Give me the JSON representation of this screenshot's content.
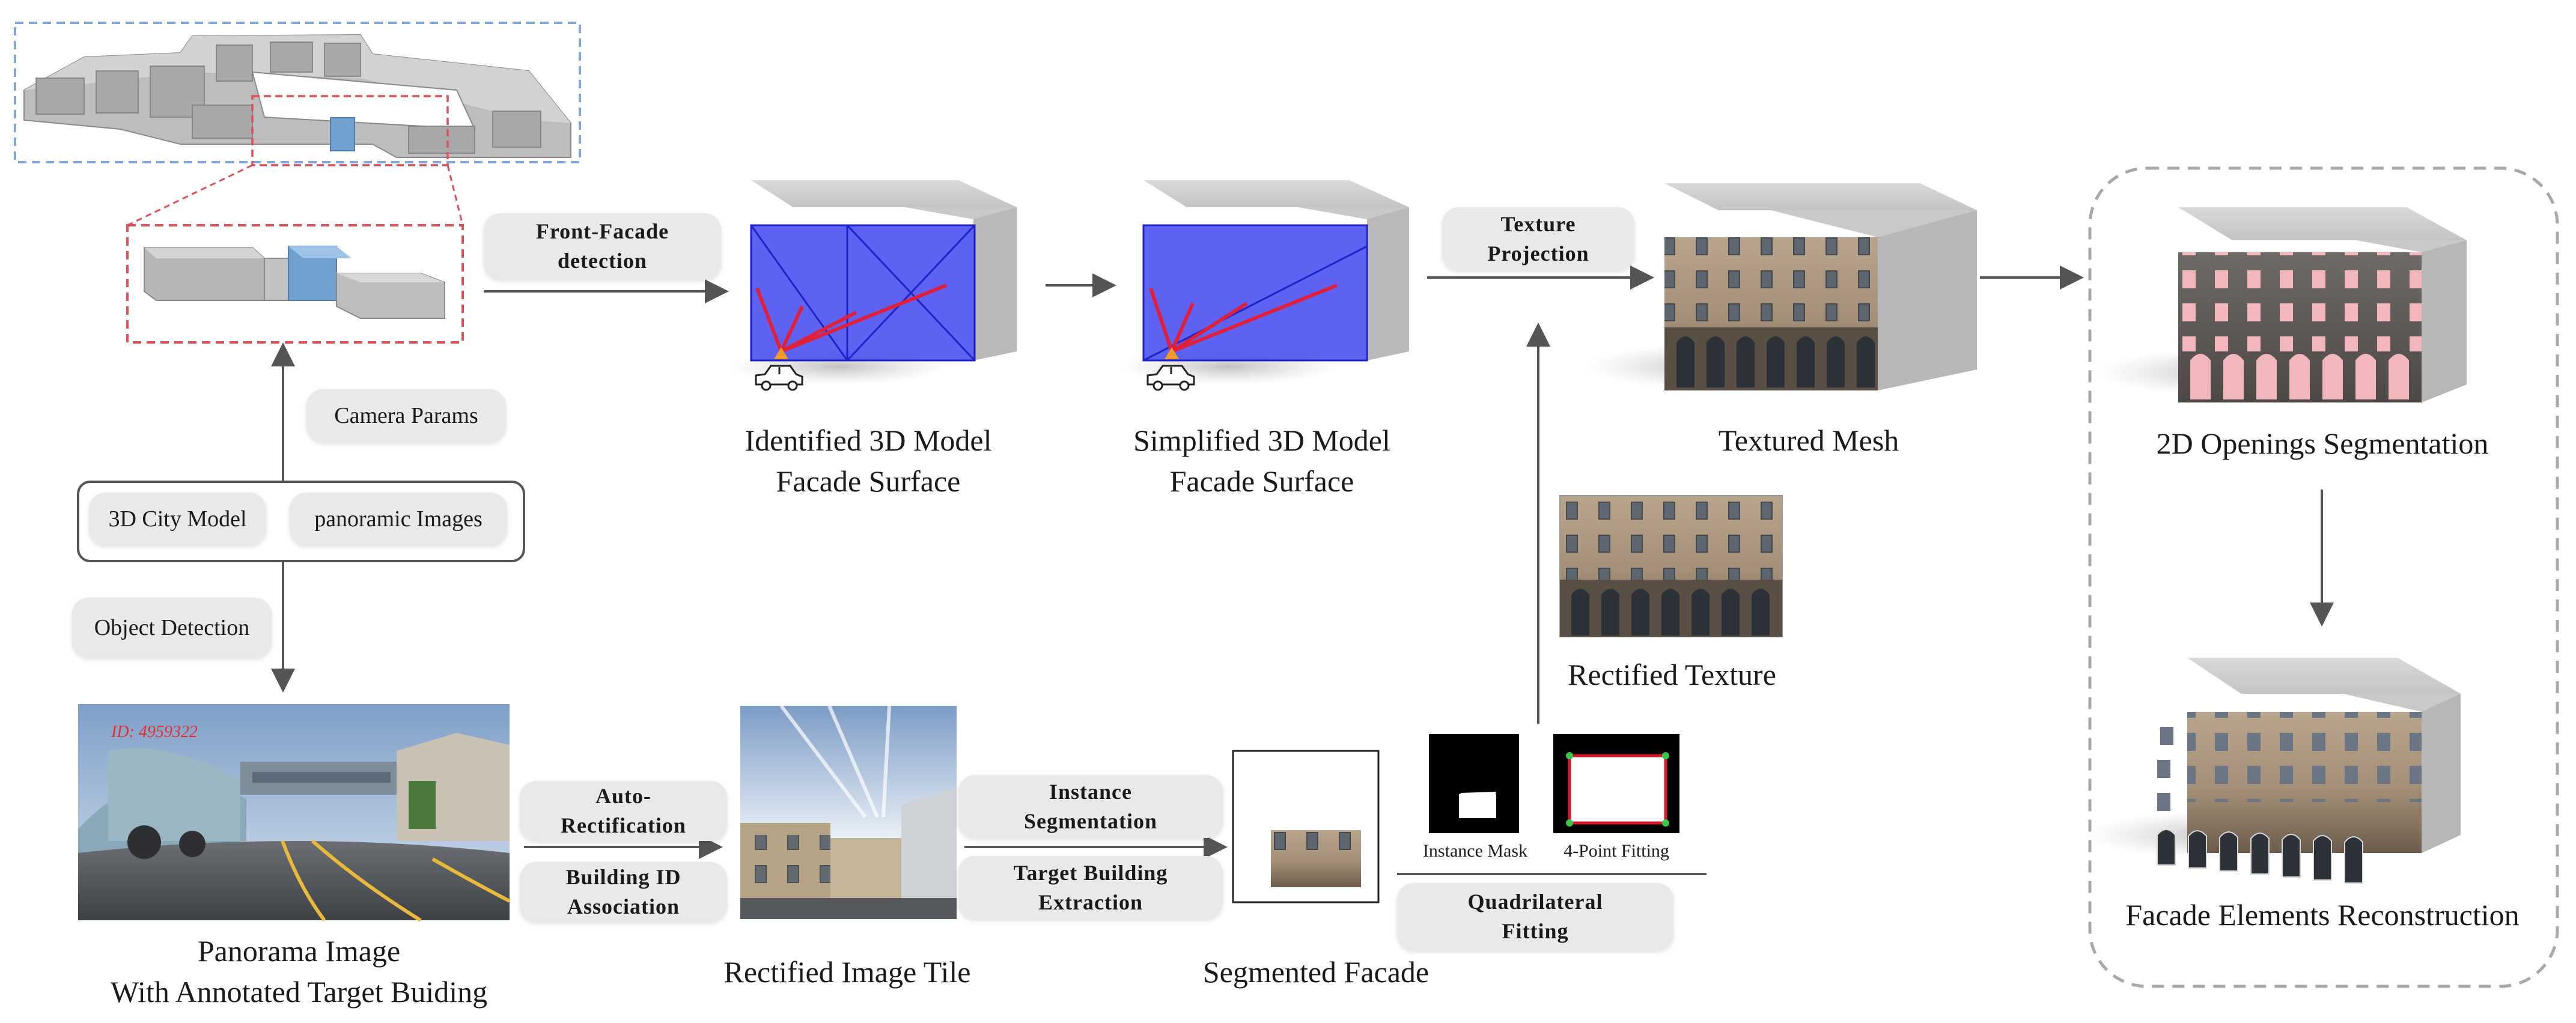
{
  "top_flow": {
    "front_facade_label": "Front-Facade\ndetection",
    "texture_projection_label": "Texture\nProjection",
    "identified_caption": "Identified 3D Model\nFacade Surface",
    "simplified_caption": "Simplified 3D Model\nFacade Surface",
    "textured_caption": "Textured Mesh",
    "openings_caption": "2D Openings Segmentation",
    "elements_caption": "Facade Elements Reconstruction"
  },
  "left_column": {
    "camera_params": "Camera Params",
    "city_model": "3D City Model",
    "panoramic_images": "panoramic Images",
    "object_detection": "Object Detection",
    "target_id": "ID:  4959322",
    "panorama_caption": "Panorama Image\nWith Annotated Target Buiding"
  },
  "bottom_flow": {
    "auto_rectification": "Auto-\nRectification",
    "building_id": "Building ID\nAssociation",
    "rectified_tile_caption": "Rectified Image Tile",
    "instance_segmentation": "Instance\nSegmentation",
    "target_extraction": "Target Building\nExtraction",
    "segmented_caption": "Segmented Facade",
    "instance_mask": "Instance Mask",
    "four_point": "4-Point Fitting",
    "quad_fitting": "Quadrilateral\nFitting",
    "rectified_texture_caption": "Rectified Texture"
  },
  "colors": {
    "arrow": "#555555",
    "blue_facade": "#3b3ff0",
    "ray": "#e0203a",
    "city_frame": "#7fa7d8",
    "zoom_frame": "#e0505a",
    "dashed_group": "#a8a8a8"
  }
}
